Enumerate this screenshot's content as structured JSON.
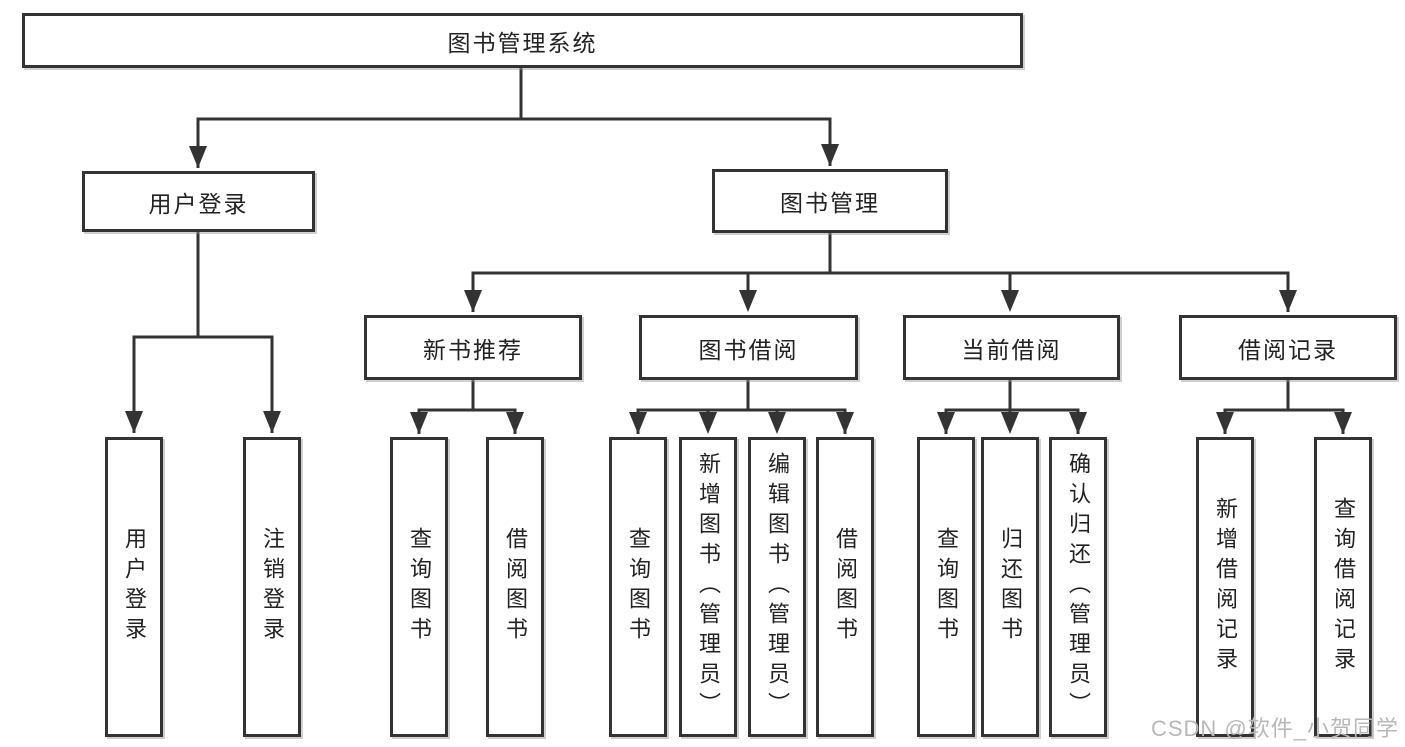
{
  "tree": {
    "label": "图书管理系统",
    "children": [
      {
        "label": "用户登录",
        "children": [
          {
            "label": "用户登录"
          },
          {
            "label": "注销登录"
          }
        ]
      },
      {
        "label": "图书管理",
        "children": [
          {
            "label": "新书推荐",
            "children": [
              {
                "label": "查询图书"
              },
              {
                "label": "借阅图书"
              }
            ]
          },
          {
            "label": "图书借阅",
            "children": [
              {
                "label": "查询图书"
              },
              {
                "label": "新增图书（管理员）"
              },
              {
                "label": "编辑图书（管理员）"
              },
              {
                "label": "借阅图书"
              }
            ]
          },
          {
            "label": "当前借阅",
            "children": [
              {
                "label": "查询图书"
              },
              {
                "label": "归还图书"
              },
              {
                "label": "确认归还（管理员）"
              }
            ]
          },
          {
            "label": "借阅记录",
            "children": [
              {
                "label": "新增借阅记录"
              },
              {
                "label": "查询借阅记录"
              }
            ]
          }
        ]
      }
    ]
  },
  "watermark": {
    "text": "CSDN @软件_小贺同学"
  },
  "colors": {
    "line": "#333333",
    "box_fill": "#ffffff",
    "text": "#222222",
    "watermark": "#b8b8b8",
    "background": "#ffffff"
  }
}
